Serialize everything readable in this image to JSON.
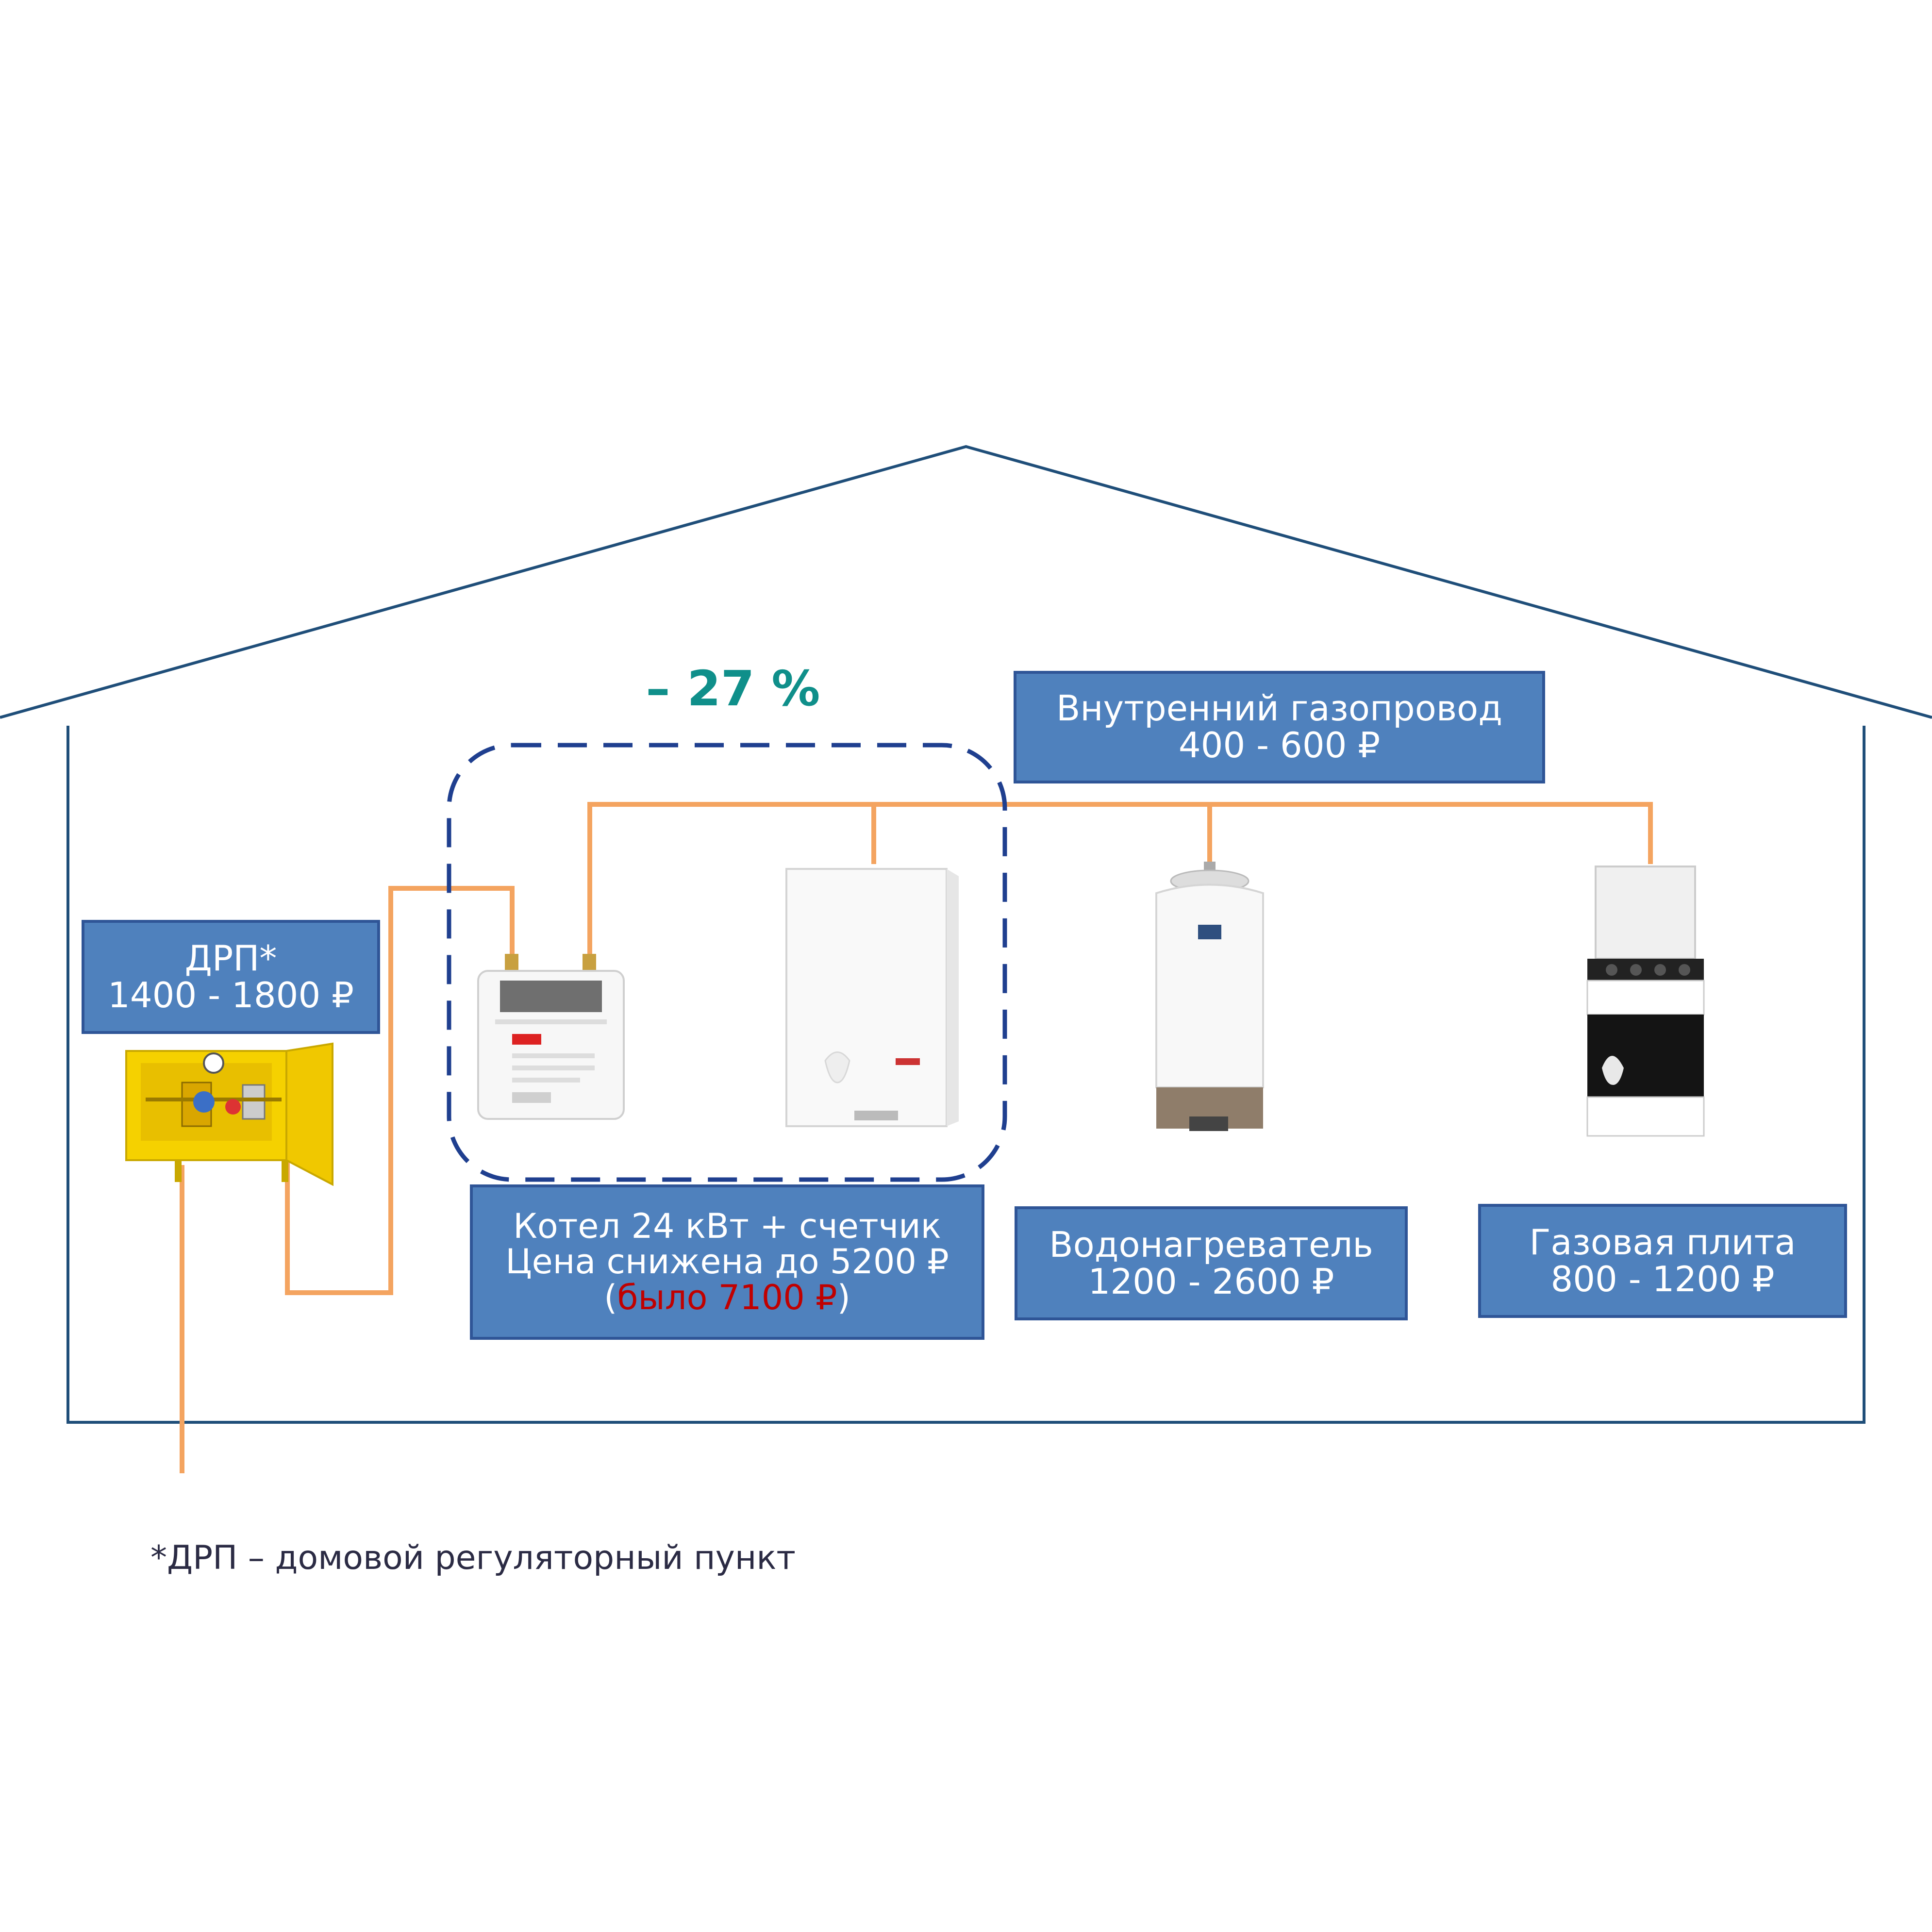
{
  "discount_label": "– 27 %",
  "labels": {
    "drp": {
      "line1": "ДРП*",
      "line2": "1400 - 1800 ₽"
    },
    "pipeline": {
      "line1": "Внутренний газопровод",
      "line2": "400 - 600 ₽"
    },
    "boiler": {
      "line1": "Котел 24 кВт + счетчик",
      "line2": "Цена снижена до 5200 ₽",
      "old_open": "(",
      "old_price": "было 7100 ₽",
      "old_close": ")"
    },
    "water_heater": {
      "line1": "Водонагреватель",
      "line2": "1200 - 2600 ₽"
    },
    "stove": {
      "line1": "Газовая плита",
      "line2": "800 - 1200 ₽"
    }
  },
  "footnote": "*ДРП – домовой регуляторный пункт",
  "colors": {
    "house": "#1f4e79",
    "pipe": "#f4a460",
    "box": "#4f81bd",
    "box_border": "#2f5597",
    "discount": "#0f8f8a",
    "old_price": "#c00000",
    "dashed": "#1f3f8f"
  },
  "icons": [
    "gas-regulator-cabinet-icon",
    "gas-meter-icon",
    "wall-boiler-icon",
    "water-heater-icon",
    "gas-stove-icon"
  ]
}
